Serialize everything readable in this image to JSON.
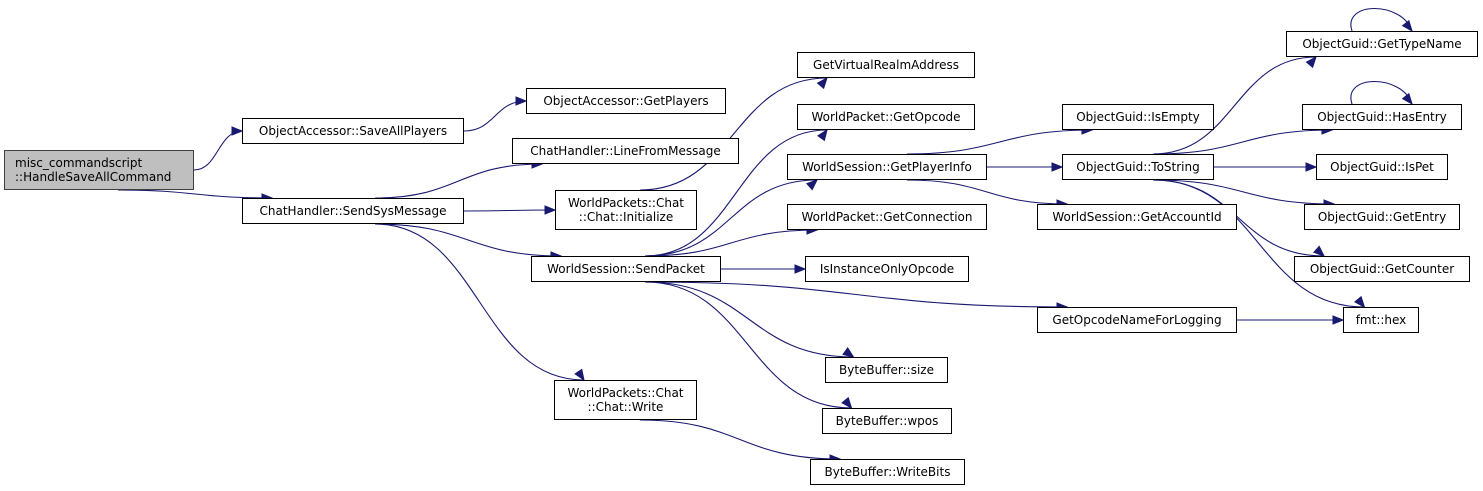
{
  "diagram": {
    "type": "call-graph",
    "colors": {
      "edge": "#191970",
      "root_fill": "#bfbfbf",
      "node_fill": "#ffffff",
      "border": "#000000"
    },
    "nodes": [
      {
        "id": "root",
        "lines": [
          "misc_commandscript",
          "::HandleSaveAllCommand"
        ],
        "root": true
      },
      {
        "id": "saveAllPlayers",
        "lines": [
          "ObjectAccessor::SaveAllPlayers"
        ]
      },
      {
        "id": "getPlayers",
        "lines": [
          "ObjectAccessor::GetPlayers"
        ]
      },
      {
        "id": "sendSysMessage",
        "lines": [
          "ChatHandler::SendSysMessage"
        ]
      },
      {
        "id": "lineFromMessage",
        "lines": [
          "ChatHandler::LineFromMessage"
        ]
      },
      {
        "id": "chatInitialize",
        "lines": [
          "WorldPackets::Chat",
          "::Chat::Initialize"
        ]
      },
      {
        "id": "sendPacket",
        "lines": [
          "WorldSession::SendPacket"
        ]
      },
      {
        "id": "chatWrite",
        "lines": [
          "WorldPackets::Chat",
          "::Chat::Write"
        ]
      },
      {
        "id": "getVirtualRealmAddress",
        "lines": [
          "GetVirtualRealmAddress"
        ]
      },
      {
        "id": "getOpcode",
        "lines": [
          "WorldPacket::GetOpcode"
        ]
      },
      {
        "id": "getPlayerInfo",
        "lines": [
          "WorldSession::GetPlayerInfo"
        ]
      },
      {
        "id": "getConnection",
        "lines": [
          "WorldPacket::GetConnection"
        ]
      },
      {
        "id": "isInstanceOnlyOpcode",
        "lines": [
          "IsInstanceOnlyOpcode"
        ]
      },
      {
        "id": "byteBufferSize",
        "lines": [
          "ByteBuffer::size"
        ]
      },
      {
        "id": "byteBufferWpos",
        "lines": [
          "ByteBuffer::wpos"
        ]
      },
      {
        "id": "byteBufferWriteBits",
        "lines": [
          "ByteBuffer::WriteBits"
        ]
      },
      {
        "id": "isEmpty",
        "lines": [
          "ObjectGuid::IsEmpty"
        ]
      },
      {
        "id": "toString",
        "lines": [
          "ObjectGuid::ToString"
        ]
      },
      {
        "id": "getAccountId",
        "lines": [
          "WorldSession::GetAccountId"
        ]
      },
      {
        "id": "getOpcodeNameForLogging",
        "lines": [
          "GetOpcodeNameForLogging"
        ]
      },
      {
        "id": "getTypeName",
        "lines": [
          "ObjectGuid::GetTypeName"
        ]
      },
      {
        "id": "hasEntry",
        "lines": [
          "ObjectGuid::HasEntry"
        ]
      },
      {
        "id": "isPet",
        "lines": [
          "ObjectGuid::IsPet"
        ]
      },
      {
        "id": "getEntry",
        "lines": [
          "ObjectGuid::GetEntry"
        ]
      },
      {
        "id": "getCounter",
        "lines": [
          "ObjectGuid::GetCounter"
        ]
      },
      {
        "id": "fmtHex",
        "lines": [
          "fmt::hex"
        ]
      }
    ],
    "edges": [
      [
        "root",
        "saveAllPlayers"
      ],
      [
        "root",
        "sendSysMessage"
      ],
      [
        "saveAllPlayers",
        "getPlayers"
      ],
      [
        "sendSysMessage",
        "lineFromMessage"
      ],
      [
        "sendSysMessage",
        "chatInitialize"
      ],
      [
        "sendSysMessage",
        "sendPacket"
      ],
      [
        "sendSysMessage",
        "chatWrite"
      ],
      [
        "chatInitialize",
        "getVirtualRealmAddress"
      ],
      [
        "sendPacket",
        "getOpcode"
      ],
      [
        "sendPacket",
        "getPlayerInfo"
      ],
      [
        "sendPacket",
        "getConnection"
      ],
      [
        "sendPacket",
        "isInstanceOnlyOpcode"
      ],
      [
        "sendPacket",
        "getOpcodeNameForLogging"
      ],
      [
        "sendPacket",
        "byteBufferSize"
      ],
      [
        "sendPacket",
        "byteBufferWpos"
      ],
      [
        "chatWrite",
        "byteBufferWriteBits"
      ],
      [
        "getPlayerInfo",
        "isEmpty"
      ],
      [
        "getPlayerInfo",
        "toString"
      ],
      [
        "getPlayerInfo",
        "getAccountId"
      ],
      [
        "toString",
        "getTypeName"
      ],
      [
        "toString",
        "hasEntry"
      ],
      [
        "toString",
        "isPet"
      ],
      [
        "toString",
        "getEntry"
      ],
      [
        "toString",
        "getCounter"
      ],
      [
        "toString",
        "fmtHex"
      ],
      [
        "getOpcodeNameForLogging",
        "fmtHex"
      ],
      [
        "getTypeName",
        "getTypeName"
      ],
      [
        "hasEntry",
        "hasEntry"
      ]
    ]
  }
}
